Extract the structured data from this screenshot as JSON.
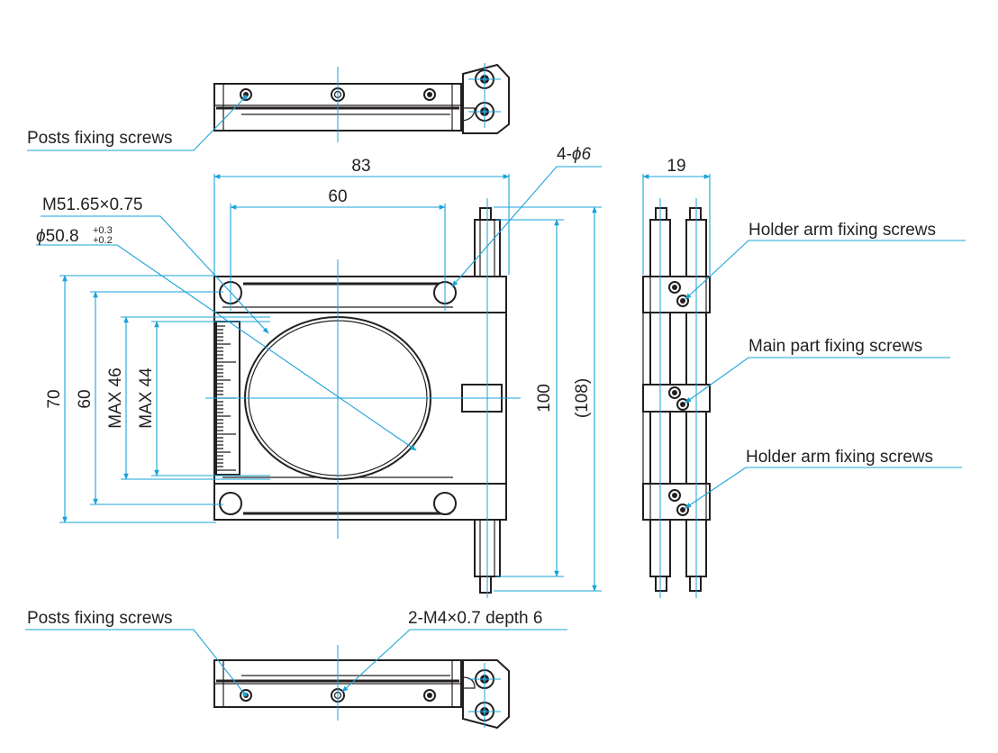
{
  "labels": {
    "posts_fixing_top": "Posts fixing screws",
    "posts_fixing_bottom": "Posts fixing screws",
    "m4_depth": "2-M4×0.7 depth 6",
    "holder_arm_top": "Holder arm fixing screws",
    "main_part": "Main part fixing screws",
    "holder_arm_bottom": "Holder arm fixing screws",
    "hole_4phi6": "4-",
    "hole_4phi6_phi": "ϕ6",
    "thread": "M51.65×0.75",
    "bore_phi": "ϕ",
    "bore_value": "50.8",
    "bore_tol_upper": "+0.3",
    "bore_tol_lower": "+0.2"
  },
  "dimensions": {
    "width_83": "83",
    "width_60": "60",
    "side_19": "19",
    "height_70": "70",
    "height_60": "60",
    "max46": "MAX 46",
    "max44": "MAX 44",
    "height_100": "100",
    "height_108": "(108)"
  }
}
